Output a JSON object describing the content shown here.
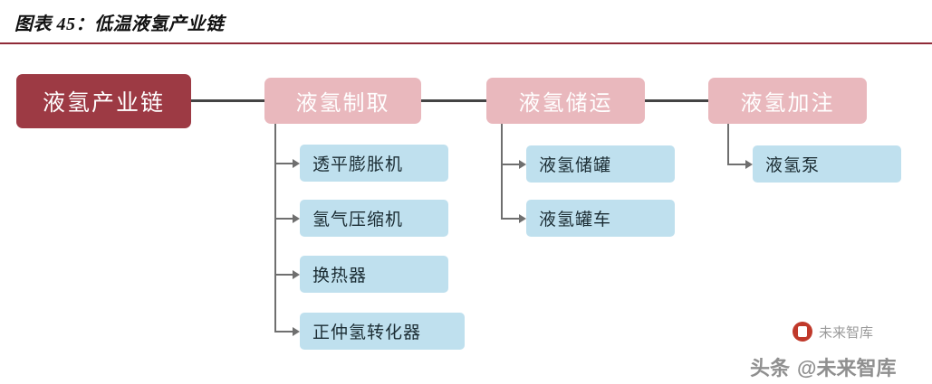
{
  "title": "图表 45：低温液氢产业链",
  "colors": {
    "title_rule": "#8f2a37",
    "root_node": "#9d3a44",
    "stage_node": "#e9b8bd",
    "leaf_node": "#bfe0ee",
    "connector": "#6f6f6f"
  },
  "diagram": {
    "root": {
      "label": "液氢产业链"
    },
    "stages": [
      {
        "label": "液氢制取",
        "children": [
          {
            "label": "透平膨胀机"
          },
          {
            "label": "氢气压缩机"
          },
          {
            "label": "换热器"
          },
          {
            "label": "正仲氢转化器"
          }
        ]
      },
      {
        "label": "液氢储运",
        "children": [
          {
            "label": "液氢储罐"
          },
          {
            "label": "液氢罐车"
          }
        ]
      },
      {
        "label": "液氢加注",
        "children": [
          {
            "label": "液氢泵"
          }
        ]
      }
    ]
  },
  "watermarks": {
    "top": "未来智库",
    "bottom_prefix": "头条",
    "bottom_main": "@未来智库"
  }
}
